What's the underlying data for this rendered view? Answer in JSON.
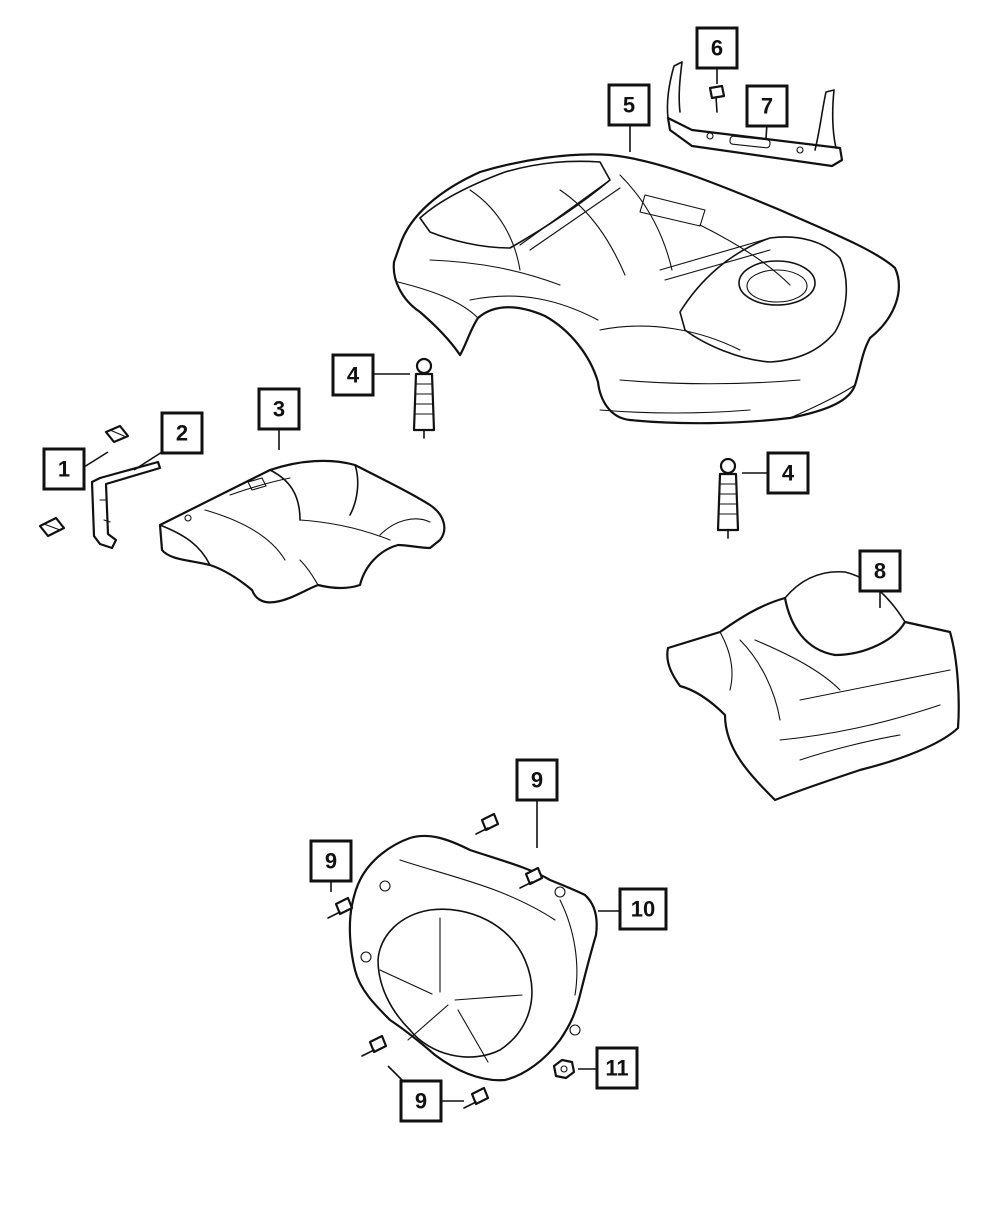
{
  "callouts": {
    "c1": "1",
    "c2": "2",
    "c3": "3",
    "c4a": "4",
    "c4b": "4",
    "c5": "5",
    "c6": "6",
    "c7": "7",
    "c8": "8",
    "c9a": "9",
    "c9b": "9",
    "c9c": "9",
    "c10": "10",
    "c11": "11"
  }
}
